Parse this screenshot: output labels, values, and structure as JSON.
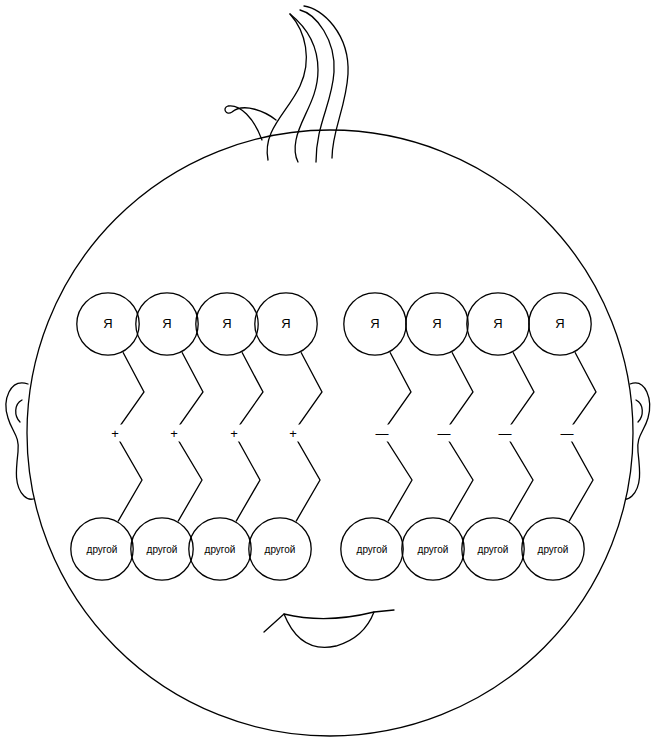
{
  "diagram": {
    "nodes": [
      {
        "text": [
          "Я"
        ]
      },
      {
        "text": [
          "Я"
        ]
      },
      {
        "text": [
          "Я"
        ]
      },
      {
        "text": [
          "Я"
        ]
      },
      {
        "text": [
          "Я"
        ]
      },
      {
        "text": [
          "Я"
        ]
      },
      {
        "text": [
          "Я"
        ]
      },
      {
        "text": [
          "Я"
        ]
      },
      {
        "text": [
          "другой"
        ]
      },
      {
        "text": [
          "другой"
        ]
      },
      {
        "text": [
          "другой"
        ]
      },
      {
        "text": [
          "другой"
        ]
      },
      {
        "text": [
          "другой"
        ]
      },
      {
        "text": [
          "другой"
        ]
      },
      {
        "text": [
          "другой"
        ]
      },
      {
        "text": [
          "другой"
        ]
      }
    ],
    "edges": [
      {
        "from": 0,
        "to": 8,
        "label": "+",
        "arrow": "none"
      },
      {
        "from": 1,
        "to": 9,
        "label": "+",
        "arrow": "none"
      },
      {
        "from": 2,
        "to": 10,
        "label": "+",
        "arrow": "none"
      },
      {
        "from": 3,
        "to": 11,
        "label": "+",
        "arrow": "none"
      },
      {
        "from": 4,
        "to": 12,
        "label": "—",
        "arrow": "none"
      },
      {
        "from": 5,
        "to": 13,
        "label": "—",
        "arrow": "none"
      },
      {
        "from": 6,
        "to": 14,
        "label": "—",
        "arrow": "none"
      },
      {
        "from": 7,
        "to": 15,
        "label": "—",
        "arrow": "none"
      }
    ]
  }
}
